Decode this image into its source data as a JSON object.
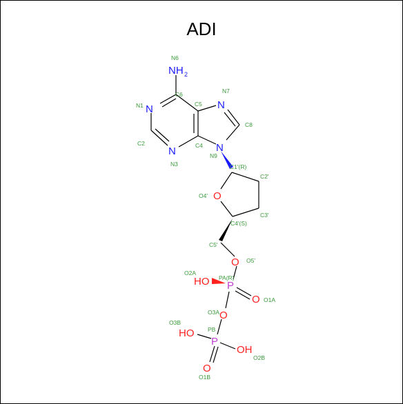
{
  "title": "ADI",
  "colors": {
    "nitrogen": "#1a1aff",
    "oxygen": "#ff2020",
    "phosphorus": "#c040d0",
    "label": "#3a9a3a",
    "bond": "#000000"
  },
  "atoms": {
    "n6_sym": "NH",
    "n6_sub": "2",
    "n1": "N",
    "n3": "N",
    "n7": "N",
    "n9": "N",
    "o4p": "O",
    "o5p": "O",
    "o3a": "O",
    "o1a": "O",
    "o2a": "HO",
    "pa": "P",
    "pb": "P",
    "o3b": "HO",
    "o2b": "OH",
    "o1b": "O"
  },
  "labels": {
    "n6": "N6",
    "c6": "C6",
    "n1": "N1",
    "c2": "C2",
    "n3": "N3",
    "c4": "C4",
    "c5": "C5",
    "n7": "N7",
    "c8": "C8",
    "n9": "N9",
    "c1p": "C1'(R)",
    "c2p": "C2'",
    "c3p": "C3'",
    "o4p": "O4'",
    "c4p": "C4'(S)",
    "c5p": "C5'",
    "o5p": "O5'",
    "o2a": "O2A",
    "pa": "PA(R)",
    "o1a": "O1A",
    "o3a": "O3A",
    "o3b": "O3B",
    "pb": "PB",
    "o2b": "O2B",
    "o1b": "O1B"
  }
}
